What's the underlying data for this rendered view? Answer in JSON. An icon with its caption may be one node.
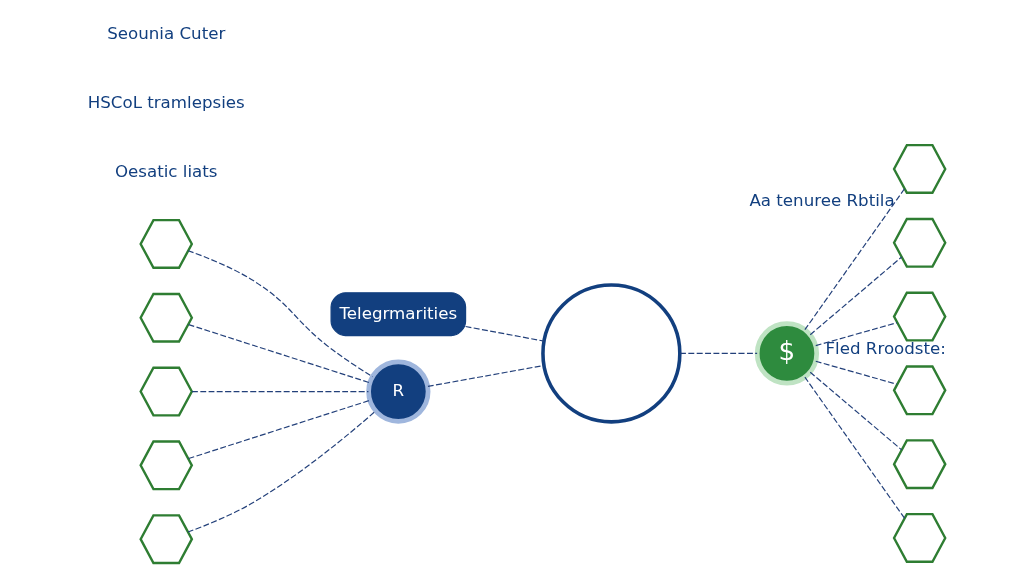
{
  "diagram": {
    "nodes": [
      {
        "text": [
          "Telegrmarities"
        ]
      },
      {
        "text": [],
        "shape": "circle"
      },
      {
        "text": [
          "R"
        ]
      },
      {
        "text": [
          "$"
        ]
      },
      {
        "text": [],
        "shape": "hexagon"
      },
      {
        "text": [],
        "shape": "hexagon"
      },
      {
        "text": [],
        "shape": "hexagon"
      },
      {
        "text": [],
        "shape": "hexagon"
      },
      {
        "text": [],
        "shape": "hexagon"
      },
      {
        "text": [],
        "shape": "hexagon",
        "beside": [
          "Aa tenuree Rbtila"
        ]
      },
      {
        "text": [],
        "shape": "hexagon"
      },
      {
        "text": [],
        "shape": "hexagon",
        "beside": [
          "Fled Rroodste:"
        ]
      },
      {
        "text": [],
        "shape": "hexagon"
      },
      {
        "text": [],
        "shape": "hexagon"
      },
      {
        "text": [],
        "shape": "hexagon"
      }
    ],
    "edges": [
      {
        "from": 0,
        "to": 1,
        "arrow": "none",
        "style": "dashed"
      },
      {
        "from": 4,
        "to": 2,
        "arrow": "none",
        "style": "dashed"
      },
      {
        "from": 5,
        "to": 2,
        "arrow": "none",
        "style": "dashed"
      },
      {
        "from": 6,
        "to": 2,
        "arrow": "none",
        "style": "dashed"
      },
      {
        "from": 7,
        "to": 2,
        "arrow": "none",
        "style": "dashed"
      },
      {
        "from": 8,
        "to": 2,
        "arrow": "none",
        "style": "dashed"
      },
      {
        "from": 2,
        "to": 1,
        "arrow": "none",
        "style": "dashed"
      },
      {
        "from": 1,
        "to": 3,
        "arrow": "none",
        "style": "dashed"
      },
      {
        "from": 3,
        "to": 9,
        "arrow": "none",
        "style": "dashed"
      },
      {
        "from": 3,
        "to": 10,
        "arrow": "none",
        "style": "dashed"
      },
      {
        "from": 3,
        "to": 11,
        "arrow": "none",
        "style": "dashed"
      },
      {
        "from": 3,
        "to": 12,
        "arrow": "none",
        "style": "dashed"
      },
      {
        "from": 3,
        "to": 13,
        "arrow": "none",
        "style": "dashed"
      },
      {
        "from": 3,
        "to": 14,
        "arrow": "none",
        "style": "dashed"
      }
    ],
    "labels": [
      "Oesatic liats",
      "HSCoL tramlepsies",
      "Seounia Cuter"
    ]
  }
}
